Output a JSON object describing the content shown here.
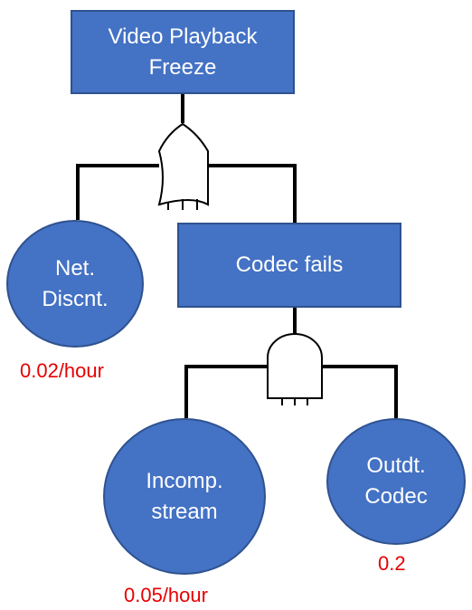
{
  "top_event": {
    "label": "Video Playback\nFreeze"
  },
  "or_gate": {
    "type": "OR"
  },
  "and_gate": {
    "type": "AND"
  },
  "intermediate_event": {
    "label": "Codec fails"
  },
  "basic_events": [
    {
      "label": "Net.\nDiscnt.",
      "probability": "0.02/hour"
    },
    {
      "label": "Incomp.\nstream",
      "probability": "0.05/hour"
    },
    {
      "label": "Outdt.\nCodec",
      "probability": "0.2"
    }
  ],
  "colors": {
    "event_fill": "#4472C4",
    "event_border": "#2F528F",
    "event_text": "#FFFFFF",
    "probability_text": "#E60000",
    "wire": "#000000"
  }
}
